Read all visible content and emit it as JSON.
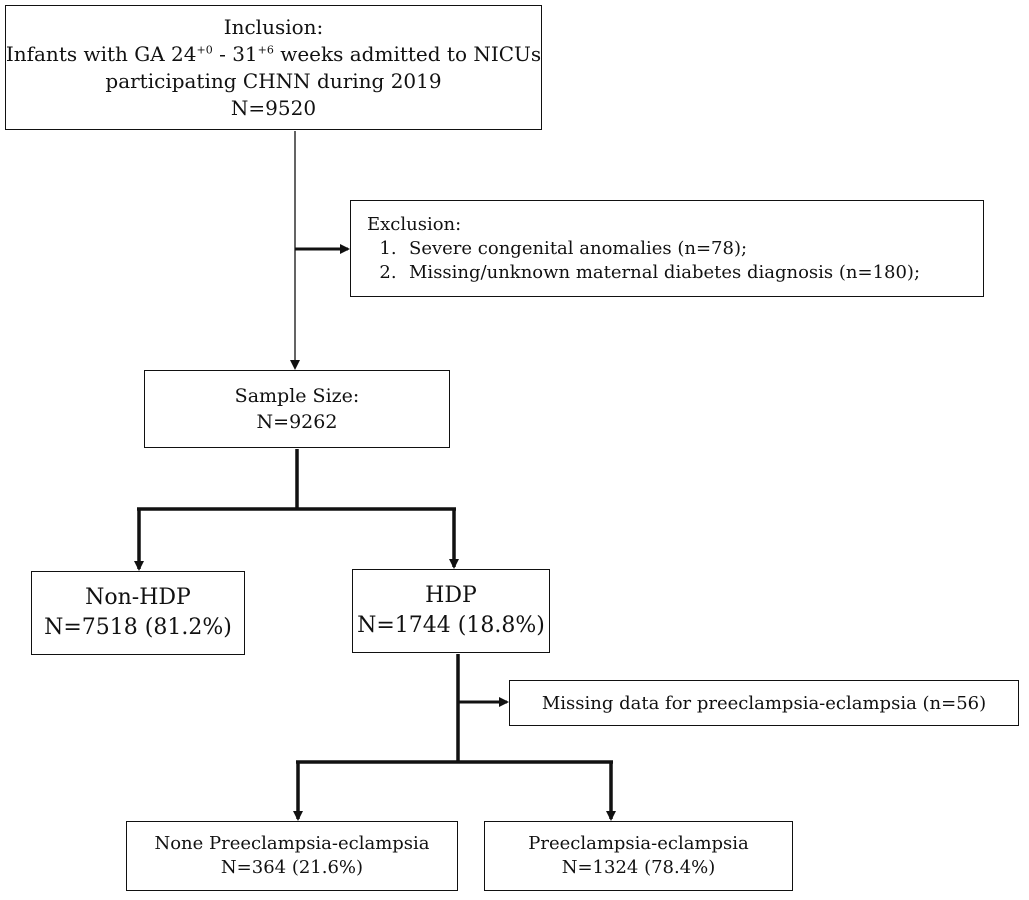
{
  "inclusion": {
    "heading": "Inclusion:",
    "line2_prefix": "Infants with GA 24",
    "sup_a": "+0",
    "line2_mid": " - 31",
    "sup_b": "+6",
    "line2_suffix": " weeks admitted to NICUs",
    "line3": "participating CHNN during 2019",
    "count": "N=9520"
  },
  "exclusion": {
    "heading": "Exclusion:",
    "items": [
      {
        "num": "1.",
        "text": "Severe congenital anomalies (n=78);"
      },
      {
        "num": "2.",
        "text": "Missing/unknown maternal diabetes diagnosis (n=180);"
      }
    ]
  },
  "sample": {
    "heading": "Sample Size:",
    "count": "N=9262"
  },
  "non_hdp": {
    "heading": "Non-HDP",
    "count": "N=7518 (81.2%)"
  },
  "hdp": {
    "heading": "HDP",
    "count": "N=1744 (18.8%)"
  },
  "missing_pe": {
    "text": "Missing data for preeclampsia-eclampsia (n=56)"
  },
  "none_pe": {
    "heading": "None Preeclampsia-eclampsia",
    "count": "N=364 (21.6%)"
  },
  "pe": {
    "heading": "Preeclampsia-eclampsia",
    "count": "N=1324 (78.4%)"
  },
  "colors": {
    "line": "#111111",
    "background": "#ffffff"
  }
}
